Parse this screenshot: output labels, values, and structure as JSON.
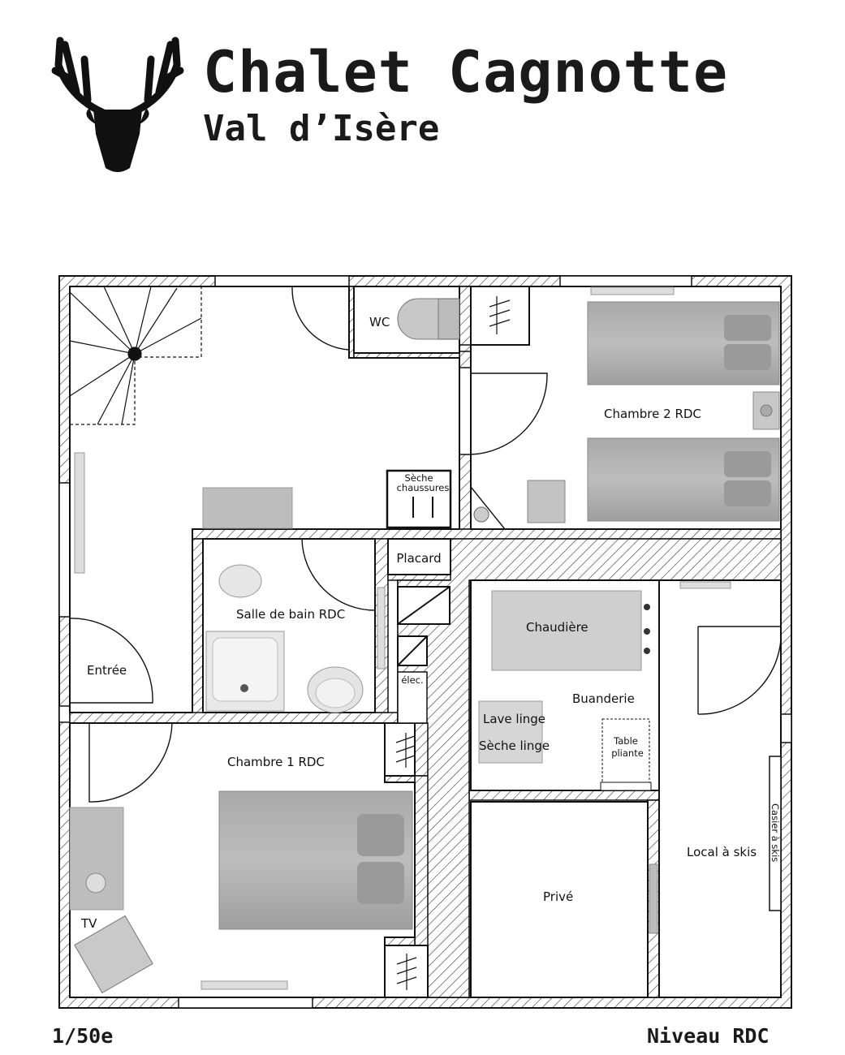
{
  "header": {
    "title": "Chalet Cagnotte",
    "subtitle": "Val d’Isère"
  },
  "footer": {
    "scale": "1/50e",
    "level": "Niveau RDC"
  },
  "icons": [
    "deer-head-logo-icon",
    "stair-spiral-icon",
    "toilet-icon",
    "bed-icon",
    "bathtub-icon",
    "sink-icon",
    "bidet-icon",
    "radiator-icon",
    "wardrobe-icon"
  ],
  "rooms": {
    "wc": "WC",
    "chambre2": "Chambre 2 RDC",
    "seche_chaussures_1": "Sèche",
    "seche_chaussures_2": "chaussures",
    "placard": "Placard",
    "salle_de_bain": "Salle de bain RDC",
    "entree": "Entrée",
    "chaudiere": "Chaudière",
    "buanderie": "Buanderie",
    "lave_linge": "Lave linge",
    "seche_linge": "Sèche linge",
    "table_pliante_1": "Table",
    "table_pliante_2": "pliante",
    "elec": "élec.",
    "chambre1": "Chambre 1 RDC",
    "tv": "TV",
    "prive": "Privé",
    "local_skis": "Local à skis",
    "casier_skis": "Casier à skis"
  }
}
